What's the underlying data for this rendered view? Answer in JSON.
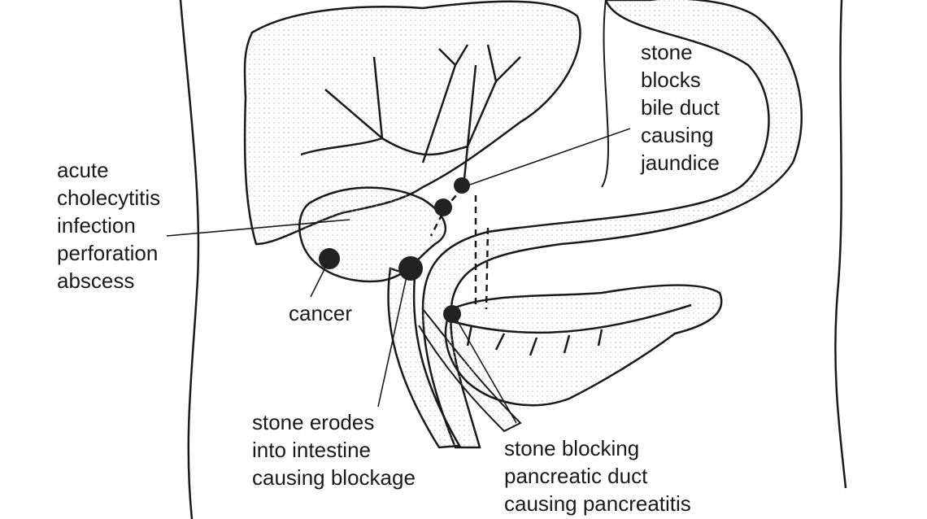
{
  "labels": {
    "jaundice": [
      "stone",
      "blocks",
      "bile duct",
      "causing",
      "jaundice"
    ],
    "cholecystitis": [
      "acute",
      "cholecytitis",
      "infection",
      "perforation",
      "abscess"
    ],
    "cancer": "cancer",
    "intestine": [
      "stone erodes",
      "into intestine",
      "causing blockage"
    ],
    "pancreatitis": [
      "stone blocking",
      "pancreatic duct",
      "causing pancreatitis"
    ]
  },
  "colors": {
    "ink": "#1a1a1a",
    "stipple": "#9a9a9a",
    "background": "#ffffff"
  }
}
